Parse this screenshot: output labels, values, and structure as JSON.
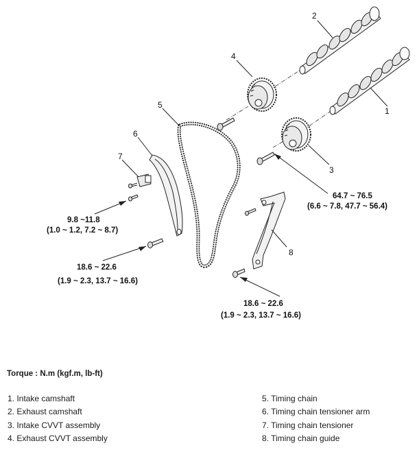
{
  "callouts": [
    "1",
    "2",
    "3",
    "4",
    "5",
    "6",
    "7",
    "8"
  ],
  "torque_specs": {
    "cvvt_bolt_line1": "64.7 ~ 76.5",
    "cvvt_bolt_line2": "(6.6 ~ 7.8, 47.7 ~ 56.4)",
    "tensioner_bolt_line1": "9.8 ~11.8",
    "tensioner_bolt_line2": "(1.0 ~ 1.2, 7.2 ~ 8.7)",
    "arm_bolt_line1": "18.6 ~ 22.6",
    "arm_bolt_line2": "(1.9 ~ 2.3, 13.7 ~ 16.6)",
    "guide_bolt_line1": "18.6 ~ 22.6",
    "guide_bolt_line2": "(1.9 ~ 2.3, 13.7 ~ 16.6)"
  },
  "torque_unit": "Torque : N.m (kgf.m, lb-ft)",
  "legend": {
    "left": [
      "1. Intake camshaft",
      "2. Exhaust camshaft",
      "3. Intake CVVT assembly",
      "4. Exhaust CVVT assembly"
    ],
    "right": [
      "5. Timing chain",
      "6. Timing chain tensioner arm",
      "7. Timing chain tensioner",
      "8. Timing chain guide"
    ]
  }
}
